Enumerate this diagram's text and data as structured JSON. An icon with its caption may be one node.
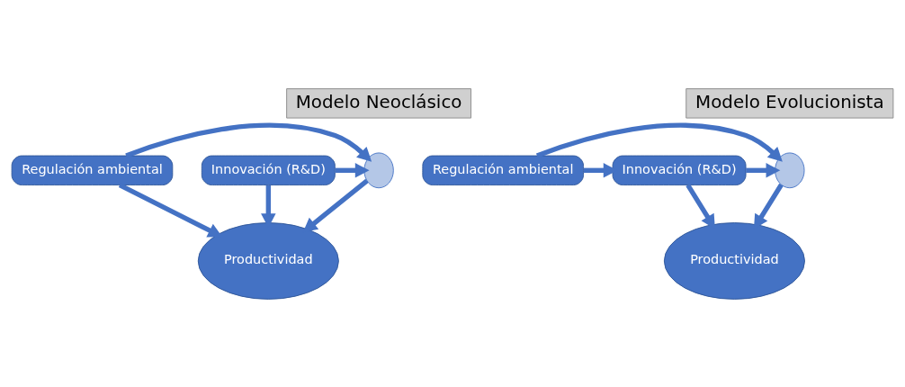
{
  "diagram": {
    "nodes": [
      {
        "text": [
          "Modelo Neoclásico"
        ]
      },
      {
        "text": [
          "Regulación ambiental"
        ]
      },
      {
        "text": [],
        "shape": "circle"
      },
      {
        "text": [
          "Innovación (R&D)"
        ]
      },
      {
        "text": [
          "Productividad"
        ]
      },
      {
        "text": [
          "Modelo Evolucionista"
        ]
      },
      {
        "text": [
          "Regulación ambiental"
        ]
      },
      {
        "text": [],
        "shape": "circle"
      },
      {
        "text": [
          "Innovación (R&D)"
        ]
      },
      {
        "text": [
          "Productividad"
        ]
      }
    ],
    "edges": [
      {
        "from": 1,
        "to": 2,
        "arrow": "to"
      },
      {
        "from": 3,
        "to": 2,
        "arrow": "to"
      },
      {
        "from": 1,
        "to": 4,
        "arrow": "to"
      },
      {
        "from": 2,
        "to": 4,
        "arrow": "to"
      },
      {
        "from": 3,
        "to": 4,
        "arrow": "to"
      },
      {
        "from": 6,
        "to": 8,
        "arrow": "to"
      },
      {
        "from": 6,
        "to": 7,
        "arrow": "to"
      },
      {
        "from": 8,
        "to": 7,
        "arrow": "to"
      },
      {
        "from": 7,
        "to": 9,
        "arrow": "to"
      },
      {
        "from": 8,
        "to": 9,
        "arrow": "to"
      }
    ]
  }
}
